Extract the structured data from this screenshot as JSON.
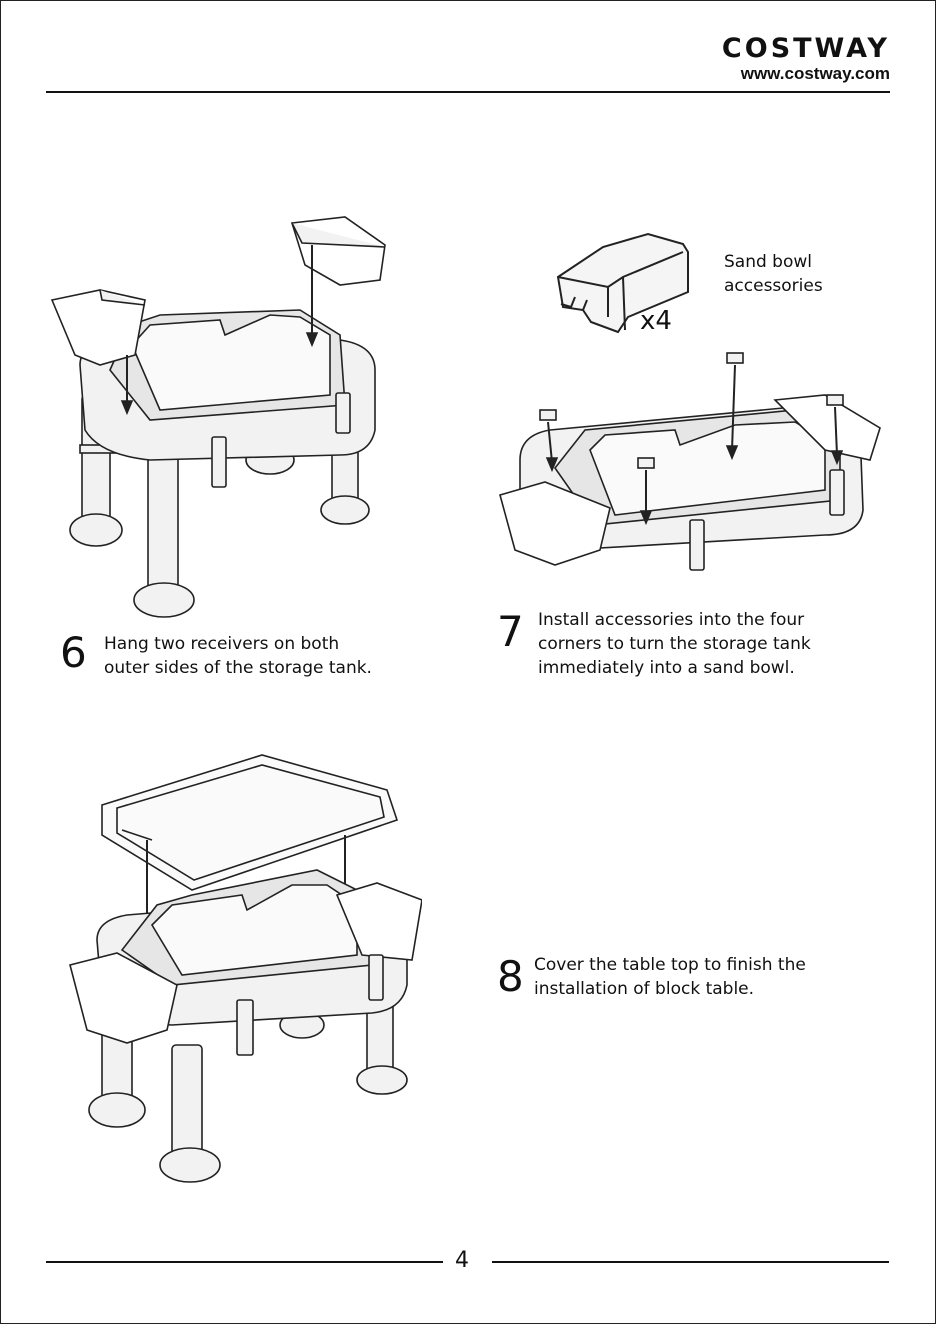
{
  "header": {
    "brand": "COSTWAY",
    "url": "www.costway.com"
  },
  "steps": [
    {
      "number": "6",
      "lines": [
        "Hang two receivers on both",
        "outer sides of the storage tank."
      ]
    },
    {
      "number": "7",
      "lines": [
        "Install accessories into the four",
        "corners to turn the storage tank",
        "immediately into a sand bowl."
      ]
    },
    {
      "number": "8",
      "lines": [
        "Cover the table top to finish the",
        "installation of block table."
      ]
    }
  ],
  "accessory": {
    "label_lines": [
      "Sand bowl",
      "accessories"
    ],
    "count": "x4"
  },
  "footer": {
    "page_number": "4"
  }
}
